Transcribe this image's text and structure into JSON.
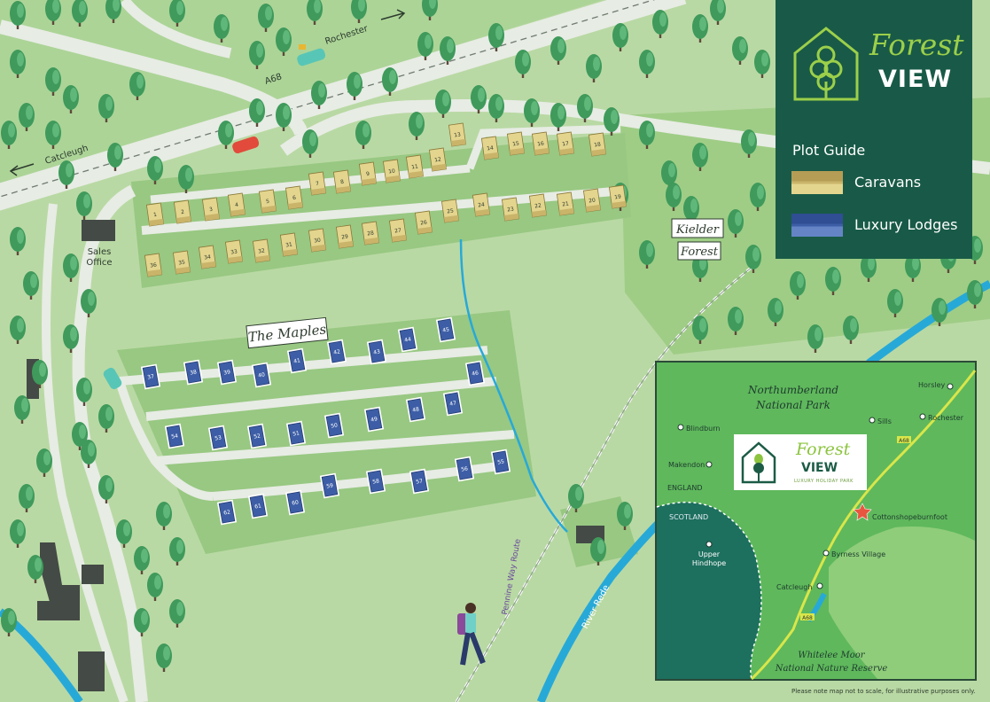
{
  "brand": {
    "word1": "Forest",
    "word2": "VIEW"
  },
  "plot_guide": {
    "title": "Plot Guide",
    "items": [
      {
        "label": "Caravans",
        "color": "#c9b46a"
      },
      {
        "label": "Luxury Lodges",
        "color": "#3d5ea6"
      }
    ]
  },
  "roads": {
    "a68_west": "Catcleugh",
    "a68_label": "A68",
    "a68_east": "Rochester",
    "pennine_way": "Pennine Way Route",
    "river": "River Rede"
  },
  "places": {
    "sales_office": "Sales\nOffice",
    "kielder": [
      "Kielder",
      "Forest"
    ],
    "the_maples": "The Maples"
  },
  "caravans": [
    {
      "n": "1"
    },
    {
      "n": "2"
    },
    {
      "n": "3"
    },
    {
      "n": "4"
    },
    {
      "n": "5"
    },
    {
      "n": "6"
    },
    {
      "n": "7"
    },
    {
      "n": "8"
    },
    {
      "n": "9"
    },
    {
      "n": "10"
    },
    {
      "n": "11"
    },
    {
      "n": "12"
    },
    {
      "n": "13"
    },
    {
      "n": "14"
    },
    {
      "n": "15"
    },
    {
      "n": "16"
    },
    {
      "n": "17"
    },
    {
      "n": "18"
    },
    {
      "n": "19"
    },
    {
      "n": "20"
    },
    {
      "n": "21"
    },
    {
      "n": "22"
    },
    {
      "n": "23"
    },
    {
      "n": "24"
    },
    {
      "n": "25"
    },
    {
      "n": "26"
    },
    {
      "n": "27"
    },
    {
      "n": "28"
    },
    {
      "n": "29"
    },
    {
      "n": "30"
    },
    {
      "n": "31"
    },
    {
      "n": "32"
    },
    {
      "n": "33"
    },
    {
      "n": "34"
    },
    {
      "n": "35"
    },
    {
      "n": "36"
    }
  ],
  "lodges": [
    {
      "n": "37"
    },
    {
      "n": "38"
    },
    {
      "n": "39"
    },
    {
      "n": "40"
    },
    {
      "n": "41"
    },
    {
      "n": "42"
    },
    {
      "n": "43"
    },
    {
      "n": "44"
    },
    {
      "n": "45"
    },
    {
      "n": "46"
    },
    {
      "n": "47"
    },
    {
      "n": "48"
    },
    {
      "n": "49"
    },
    {
      "n": "50"
    },
    {
      "n": "51"
    },
    {
      "n": "52"
    },
    {
      "n": "53"
    },
    {
      "n": "54"
    },
    {
      "n": "55"
    },
    {
      "n": "56"
    },
    {
      "n": "57"
    },
    {
      "n": "58"
    },
    {
      "n": "59"
    },
    {
      "n": "60"
    },
    {
      "n": "61"
    },
    {
      "n": "62"
    }
  ],
  "inset": {
    "park": [
      "Northumberland",
      "National Park"
    ],
    "towns": [
      {
        "name": "Horsley"
      },
      {
        "name": "Rochester"
      },
      {
        "name": "Sills"
      },
      {
        "name": "Blindburn"
      },
      {
        "name": "Makendon"
      },
      {
        "name": "Cottonshopeburnfoot"
      },
      {
        "name": "Byrness Village"
      },
      {
        "name": "Catcleugh"
      },
      {
        "name": "Upper\nHindhope"
      }
    ],
    "england": "ENGLAND",
    "scotland": "SCOTLAND",
    "road": "A68",
    "reserve": [
      "Whitelee Moor",
      "National Nature Reserve"
    ],
    "logo_forest": "Forest",
    "logo_view": "VIEW",
    "logo_sub": "LUXURY HOLIDAY PARK"
  },
  "disclaimer": "Please note map not to scale, for illustrative purposes only.",
  "colors": {
    "grass_light": "#b9d9a4",
    "grass_mid": "#a7cf8e",
    "plot_area": "#98c882",
    "road": "#e7ece4",
    "river": "#27a9d8",
    "tree": "#3f9a5b",
    "panel": "#185a47",
    "inset_bg": "#5fb85c"
  }
}
